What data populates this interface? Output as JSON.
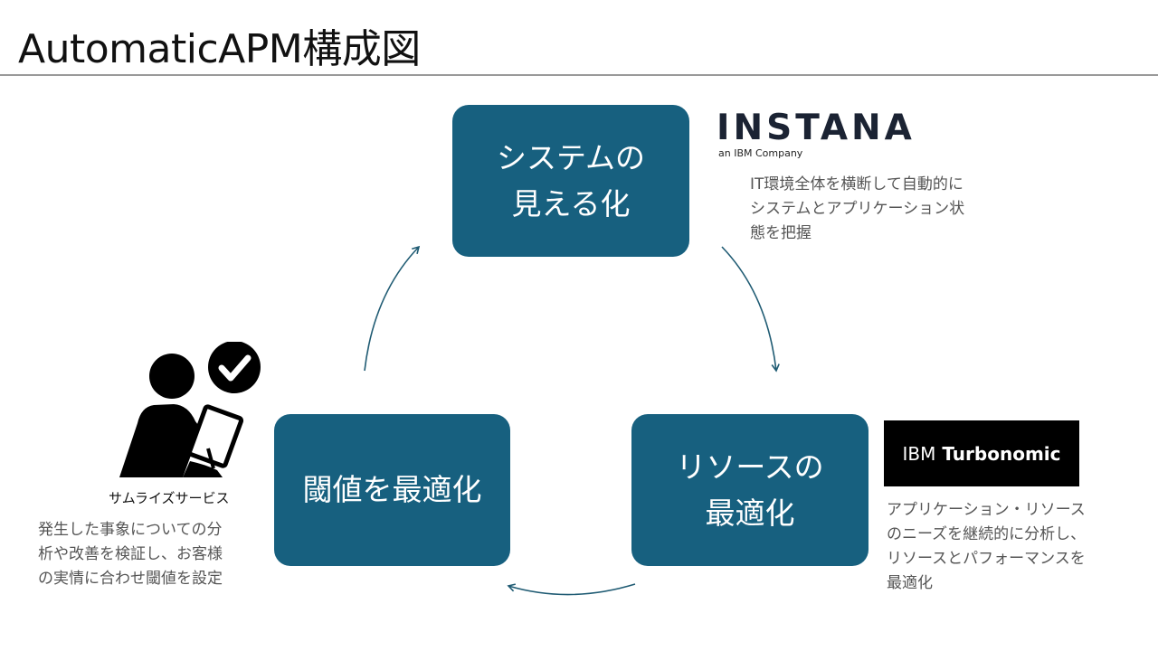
{
  "title": "AutomaticAPM構成図",
  "boxes": {
    "visibility": {
      "line1": "システムの",
      "line2": "見える化"
    },
    "resources": {
      "line1": "リソースの",
      "line2": "最適化"
    },
    "threshold": {
      "line1": "閾値を最適化"
    }
  },
  "instana": {
    "logo_text": "INSTANA",
    "logo_subtext": "an IBM Company",
    "description": [
      "IT環境全体を横断して自動的に",
      "システムとアプリケーション状",
      "態を把握"
    ]
  },
  "turbonomic": {
    "logo_ibm": "IBM",
    "logo_product": "Turbonomic",
    "description": [
      "アプリケーション・リソース",
      "のニーズを継続的に分析し、",
      "リソースとパフォーマンスを",
      "最適化"
    ]
  },
  "sunrise": {
    "label": "サムライズサービス",
    "description": [
      "発生した事象についての分",
      "析や改善を検証し、お客様",
      "の実情に合わせ閾値を設定"
    ]
  },
  "colors": {
    "box_fill": "#17607f",
    "arrow": "#1f5b73",
    "description_text": "#555555"
  }
}
